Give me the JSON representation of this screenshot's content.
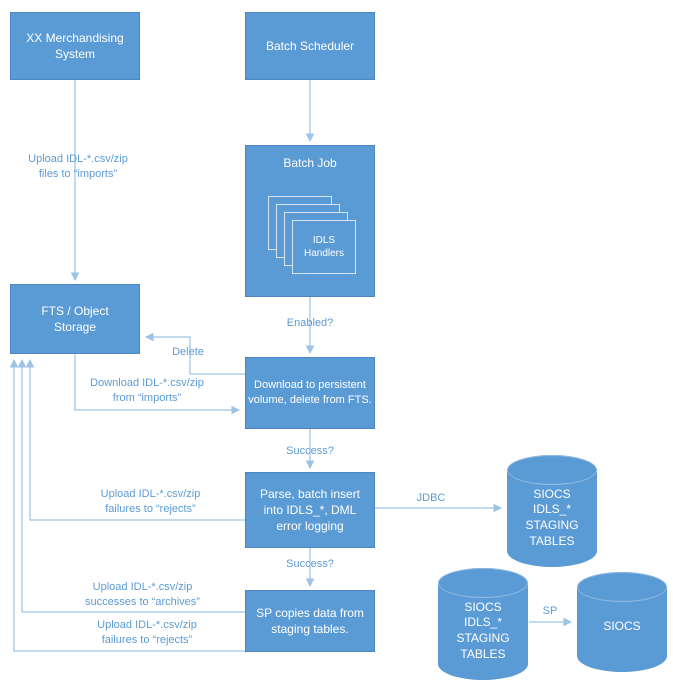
{
  "colors": {
    "node_fill": "#5b9bd5",
    "node_border": "#4e86c3",
    "connector": "#9dc3e6",
    "label_text": "#5b9bd5",
    "node_text": "#ffffff"
  },
  "nodes": {
    "merchandising": {
      "label": "XX Merchandising\nSystem"
    },
    "batch_scheduler": {
      "label": "Batch Scheduler"
    },
    "batch_job": {
      "label": "Batch Job",
      "handlers_label": "IDLS\nHandlers"
    },
    "fts": {
      "label": "FTS / Object\nStorage"
    },
    "download": {
      "label": "Download to persistent\nvolume, delete from FTS."
    },
    "parse": {
      "label": "Parse, batch insert\ninto IDLS_*, DML\nerror logging"
    },
    "sp_copy": {
      "label": "SP copies data from\nstaging tables."
    },
    "staging_db_1": {
      "label": "SIOCS\nIDLS_*\nSTAGING\nTABLES"
    },
    "staging_db_2": {
      "label": "SIOCS\nIDLS_*\nSTAGING\nTABLES"
    },
    "siocs_db": {
      "label": "SIOCS"
    }
  },
  "edge_labels": {
    "upload_imports": "Upload IDL-*.csv/zip\nfiles to “imports”",
    "enabled": "Enabled?",
    "delete": "Delete",
    "download_imports": "Download IDL-*.csv/zip\nfrom “imports”",
    "success_1": "Success?",
    "upload_rejects_1": "Upload IDL-*.csv/zip\nfailures to “rejects”",
    "jdbc": "JDBC",
    "success_2": "Success?",
    "upload_archives": "Upload IDL-*.csv/zip\nsuccesses to “archives”",
    "upload_rejects_2": "Upload IDL-*.csv/zip\nfailures to “rejects”",
    "sp": "SP"
  }
}
